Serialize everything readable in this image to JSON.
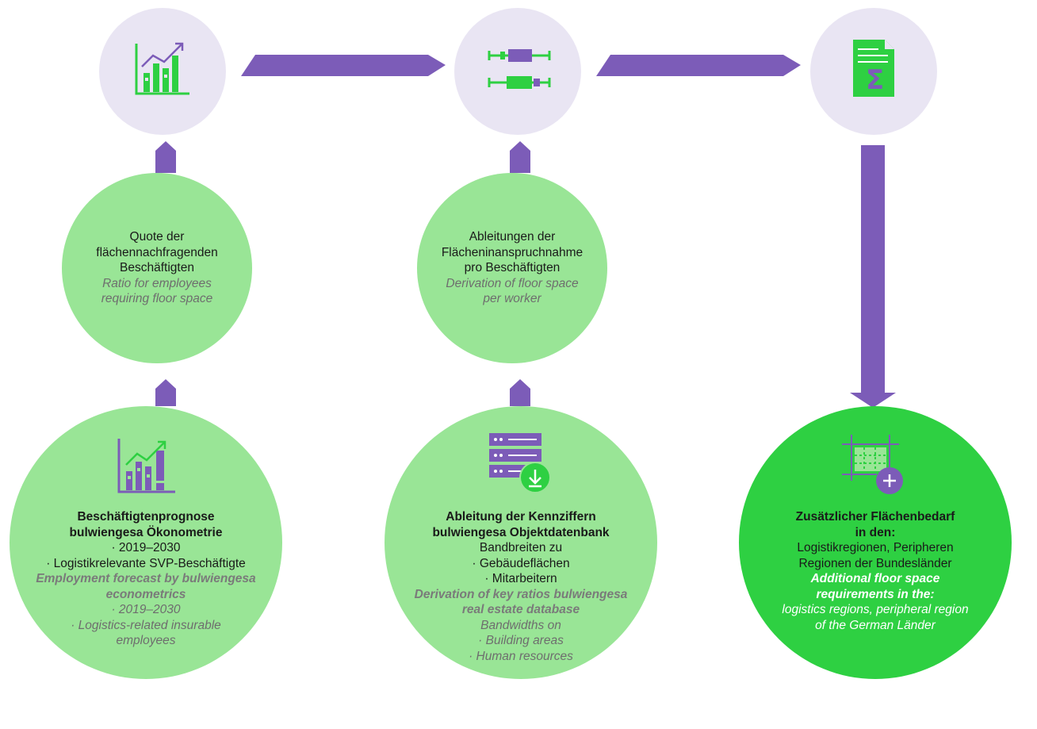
{
  "colors": {
    "purple": "#7c5cb8",
    "green": "#2ed042",
    "light_green": "#99e596",
    "lavender": "#e9e5f3"
  },
  "icons": [
    "bar-chart-icon",
    "range-bars-icon",
    "sum-document-icon",
    "server-download-icon",
    "grid-plus-icon"
  ],
  "node1": {
    "de": [
      "Quote der",
      "flächennachfragenden",
      "Beschäftigten"
    ],
    "en": [
      "Ratio for employees",
      "requiring floor space"
    ]
  },
  "node2": {
    "de": [
      "Ableitungen der",
      "Flächeninanspruchnahme",
      "pro Beschäftigten"
    ],
    "en": [
      "Derivation of floor space",
      "per worker"
    ]
  },
  "box1": {
    "title": [
      "Beschäftigtenprognose",
      "bulwiengesa Ökonometrie"
    ],
    "items": [
      "· 2019–2030",
      "· Logistikrelevante SVP-Beschäftigte"
    ],
    "en_title": [
      "Employment forecast by bulwiengesa",
      "econometrics"
    ],
    "en_items": [
      "· 2019–2030",
      "· Logistics-related insurable",
      "employees"
    ]
  },
  "box2": {
    "title": [
      "Ableitung der Kennziffern",
      "bulwiengesa Objektdatenbank"
    ],
    "items": [
      "Bandbreiten zu",
      "· Gebäudeflächen",
      "· Mitarbeitern"
    ],
    "en_title": [
      "Derivation of key ratios bulwiengesa",
      "real estate database"
    ],
    "en_items": [
      "Bandwidths on",
      "· Building areas",
      "· Human resources"
    ]
  },
  "box3": {
    "title": [
      "Zusätzlicher Flächenbedarf",
      "in den:"
    ],
    "items": [
      "Logistikregionen, Peripheren",
      "Regionen der Bundesländer"
    ],
    "en_title": [
      "Additional floor space",
      "requirements in the:"
    ],
    "en_items": [
      "logistics regions, peripheral region",
      "of the German Länder"
    ]
  }
}
